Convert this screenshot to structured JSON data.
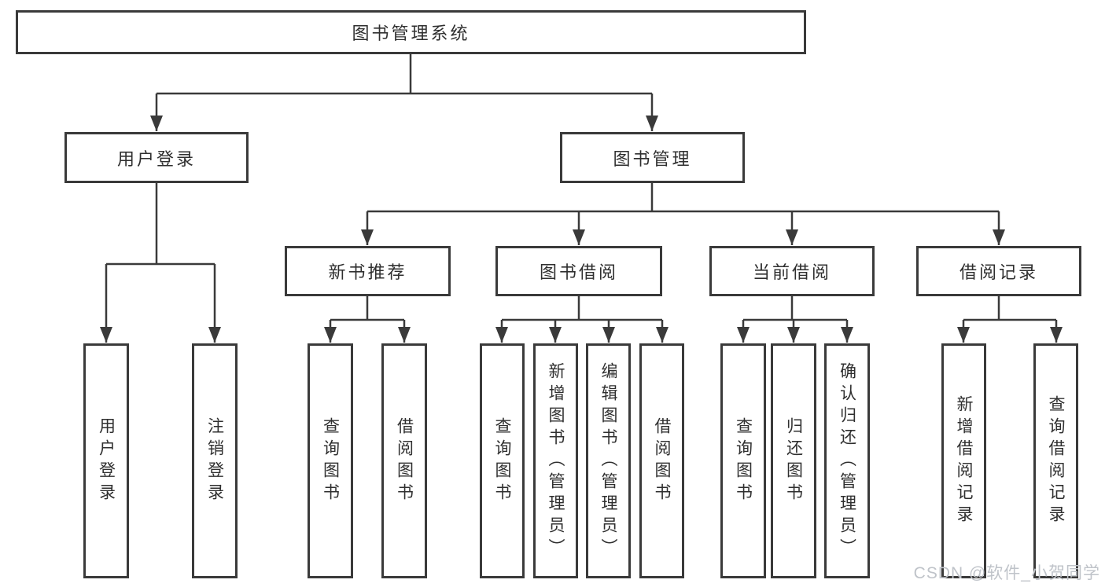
{
  "colors": {
    "line": "#3a3a3a",
    "box_bg": "#ffffff",
    "text": "#2f2f2f",
    "watermark_color": "#bfc3c9",
    "page_bg": "#ffffff"
  },
  "watermark": "CSDN @软件_小贺同学",
  "tree": {
    "label": "图书管理系统",
    "children": [
      {
        "label": "用户登录",
        "children": [
          {
            "label": "用户登录"
          },
          {
            "label": "注销登录"
          }
        ]
      },
      {
        "label": "图书管理",
        "children": [
          {
            "label": "新书推荐",
            "children": [
              {
                "label": "查询图书"
              },
              {
                "label": "借阅图书"
              }
            ]
          },
          {
            "label": "图书借阅",
            "children": [
              {
                "label": "查询图书"
              },
              {
                "label": "新增图书（管理员）"
              },
              {
                "label": "编辑图书（管理员）"
              },
              {
                "label": "借阅图书"
              }
            ]
          },
          {
            "label": "当前借阅",
            "children": [
              {
                "label": "查询图书"
              },
              {
                "label": "归还图书"
              },
              {
                "label": "确认归还（管理员）"
              }
            ]
          },
          {
            "label": "借阅记录",
            "children": [
              {
                "label": "新增借阅记录"
              },
              {
                "label": "查询借阅记录"
              }
            ]
          }
        ]
      }
    ]
  }
}
